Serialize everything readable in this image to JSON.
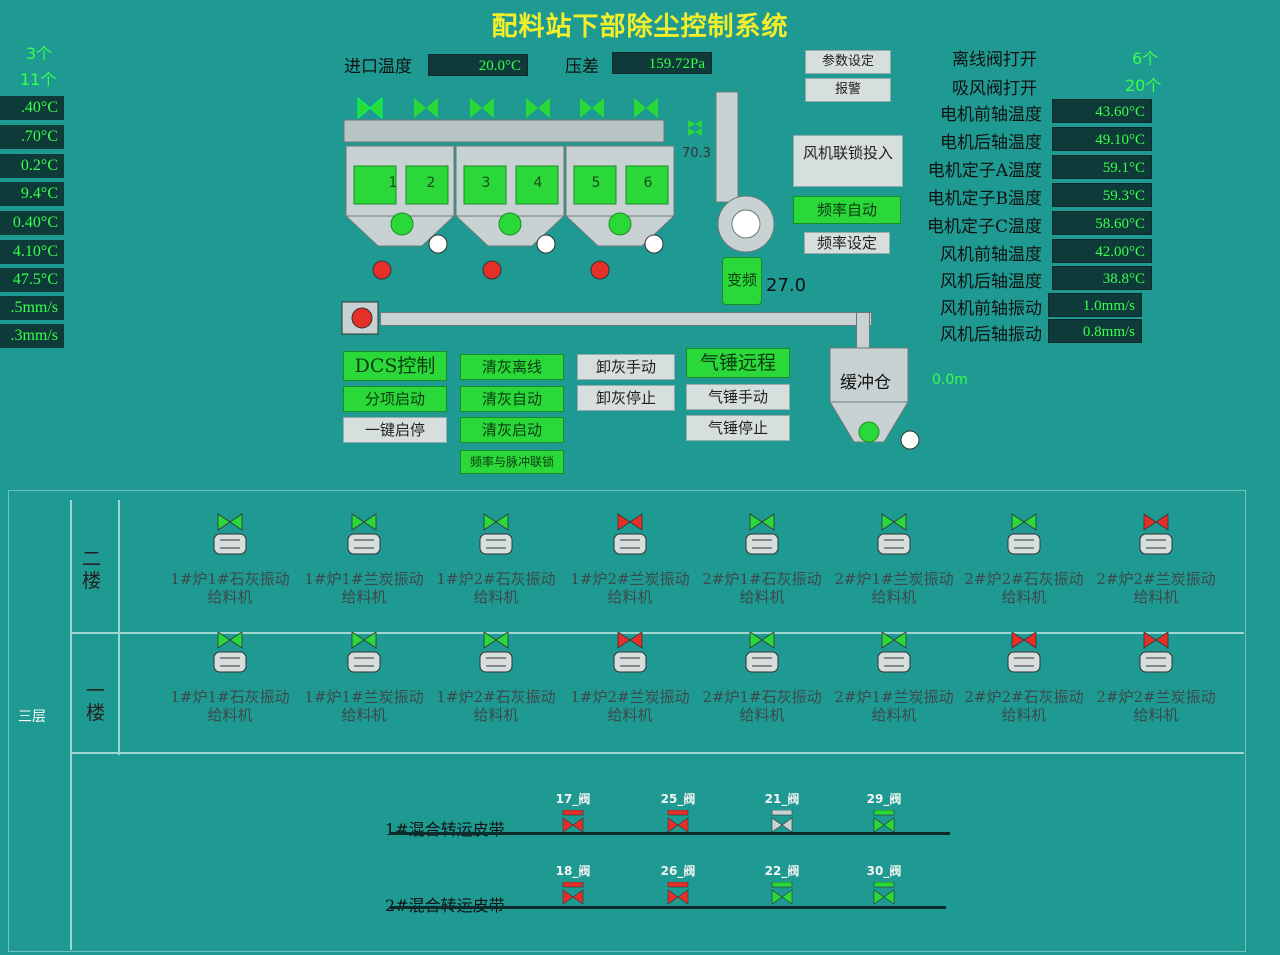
{
  "title": "配料站下部除尘控制系统",
  "left_panel": {
    "counts": [
      "3个",
      "11个"
    ],
    "values": [
      ".40°C",
      ".70°C",
      "0.2°C",
      "9.4°C",
      "0.40°C",
      "4.10°C",
      "47.5°C",
      ".5mm/s",
      ".3mm/s"
    ]
  },
  "inlet_temp": {
    "label": "进口温度",
    "value": "20.0°C"
  },
  "pressure_diff": {
    "label": "压差",
    "value": "159.72Pa"
  },
  "buttons": {
    "param_set": "参数设定",
    "alarm": "报警",
    "fan_interlock": "风机联锁投入",
    "freq_auto": "频率自动",
    "freq_set": "频率设定",
    "dcs_control": "DCS控制",
    "step_start": "分项启动",
    "one_key_start_stop": "一键启停",
    "clean_offline": "清灰离线",
    "clean_auto": "清灰自动",
    "clean_start": "清灰启动",
    "freq_pulse_link": "频率与脉冲联锁",
    "unload_manual": "卸灰手动",
    "unload_stop": "卸灰停止",
    "hammer_remote": "气锤远程",
    "hammer_manual": "气锤手动",
    "hammer_stop": "气锤停止"
  },
  "hopper_numbers": [
    "1",
    "2",
    "3",
    "4",
    "5",
    "6"
  ],
  "fan_damper_value": "70.3",
  "vfd": {
    "label": "变频",
    "value": "27.0"
  },
  "buffer_bin": {
    "label": "缓冲仓",
    "level": "0.0m"
  },
  "right_panel": {
    "offline_valve": {
      "label": "离线阀打开",
      "value": "6个"
    },
    "suction_valve": {
      "label": "吸风阀打开",
      "value": "20个"
    },
    "rows": [
      {
        "label": "电机前轴温度",
        "value": "43.60°C"
      },
      {
        "label": "电机后轴温度",
        "value": "49.10°C"
      },
      {
        "label": "电机定子A温度",
        "value": "59.1°C"
      },
      {
        "label": "电机定子B温度",
        "value": "59.3°C"
      },
      {
        "label": "电机定子C温度",
        "value": "58.60°C"
      },
      {
        "label": "风机前轴温度",
        "value": "42.00°C"
      },
      {
        "label": "风机后轴温度",
        "value": "38.8°C"
      },
      {
        "label": "风机前轴振动",
        "value": "1.0mm/s"
      },
      {
        "label": "风机后轴振动",
        "value": "0.8mm/s"
      }
    ]
  },
  "floors": {
    "outer_label": "三层",
    "floor2_label": "二楼",
    "floor1_label": "一楼",
    "floor2_feeders": [
      {
        "name": "1#炉1#石灰振动给料机",
        "status": "green"
      },
      {
        "name": "1#炉1#兰炭振动给料机",
        "status": "green"
      },
      {
        "name": "1#炉2#石灰振动给料机",
        "status": "green"
      },
      {
        "name": "1#炉2#兰炭振动给料机",
        "status": "red"
      },
      {
        "name": "2#炉1#石灰振动给料机",
        "status": "green"
      },
      {
        "name": "2#炉1#兰炭振动给料机",
        "status": "green"
      },
      {
        "name": "2#炉2#石灰振动给料机",
        "status": "green"
      },
      {
        "name": "2#炉2#兰炭振动给料机",
        "status": "red"
      }
    ],
    "floor1_feeders": [
      {
        "name": "1#炉1#石灰振动给料机",
        "status": "green"
      },
      {
        "name": "1#炉1#兰炭振动给料机",
        "status": "green"
      },
      {
        "name": "1#炉2#石灰振动给料机",
        "status": "green"
      },
      {
        "name": "1#炉2#兰炭振动给料机",
        "status": "red"
      },
      {
        "name": "2#炉1#石灰振动给料机",
        "status": "green"
      },
      {
        "name": "2#炉1#兰炭振动给料机",
        "status": "green"
      },
      {
        "name": "2#炉2#石灰振动给料机",
        "status": "red"
      },
      {
        "name": "2#炉2#兰炭振动给料机",
        "status": "red"
      }
    ]
  },
  "belts": [
    {
      "label": "1#混合转运皮带",
      "valves": [
        {
          "name": "17_阀",
          "status": "red"
        },
        {
          "name": "25_阀",
          "status": "red"
        },
        {
          "name": "21_阀",
          "status": "gray"
        },
        {
          "name": "29_阀",
          "status": "green"
        }
      ]
    },
    {
      "label": "2#混合转运皮带",
      "valves": [
        {
          "name": "18_阀",
          "status": "red"
        },
        {
          "name": "26_阀",
          "status": "red"
        },
        {
          "name": "22_阀",
          "status": "green"
        },
        {
          "name": "30_阀",
          "status": "green"
        }
      ]
    }
  ],
  "colors": {
    "background": "#1f9a92",
    "title": "#f2ef2a",
    "value_text": "#37ff4a",
    "green": "#2bd83a",
    "red": "#e5302a"
  }
}
